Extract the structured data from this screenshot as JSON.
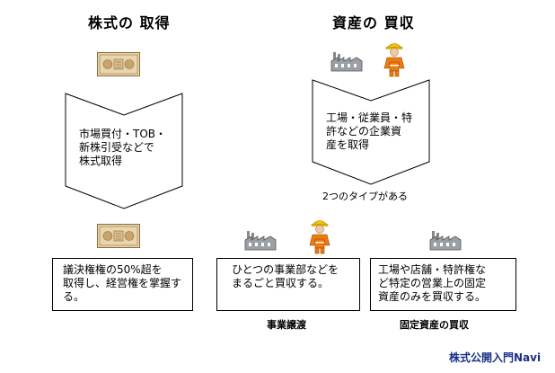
{
  "left": {
    "title": "株式の 取得",
    "chevron_text": "市場買付・TOB・\n新株引受などで\n株式取得",
    "box_text": "議決権権の50%超を\n取得し、経営権を掌握す\nる。"
  },
  "right": {
    "title": "資産の 買収",
    "chevron_text": "工場・従業員・特\n許などの企業資\n産を取得",
    "types_note": "2つのタイプがある",
    "box1_text": "ひとつの事業部などを\nまるごと買収する。",
    "box1_label": "事業譲渡",
    "box2_text": "工場や店舗・特許権な\nど特定の営業上の固定\n資産のみを買収する。",
    "box2_label": "固定資産の買収"
  },
  "footer": {
    "brand": "株式公開入門Navi"
  },
  "icons": {
    "banknote": "banknote-icon",
    "factory": "factory-icon",
    "worker": "worker-icon"
  },
  "colors": {
    "brand": "#1a2f8a",
    "worker_suit": "#f07a10",
    "worker_helmet": "#f5c400",
    "banknote": "#e8d6b0"
  }
}
